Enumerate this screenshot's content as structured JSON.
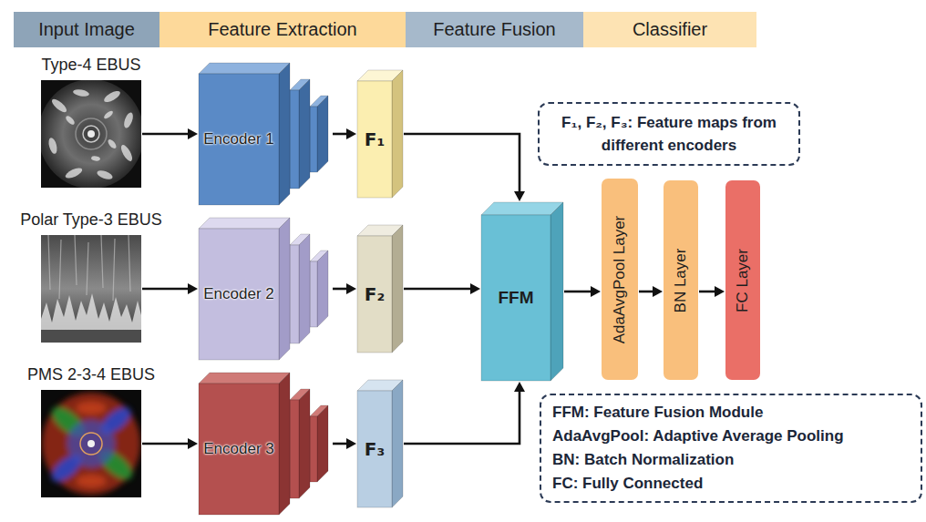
{
  "diagram": {
    "nodes": [
      {
        "text": [
          "Input Image"
        ]
      },
      {
        "text": [
          "Feature Extraction"
        ]
      },
      {
        "text": [
          "Feature Fusion"
        ]
      },
      {
        "text": [
          "Classifier"
        ]
      },
      {
        "text": [
          "Type-4 EBUS"
        ]
      },
      {
        "text": [
          "Encoder 1"
        ]
      },
      {
        "text": [
          "F₁"
        ]
      },
      {
        "text": [
          "F₁, F₂, F₃: Feature maps from different encoders"
        ]
      },
      {
        "text": [
          "Polar Type-3 EBUS"
        ]
      },
      {
        "text": [
          "Encoder 2"
        ]
      },
      {
        "text": [
          "F₂"
        ]
      },
      {
        "text": [
          "FFM"
        ]
      },
      {
        "text": [
          "AdaAvgPool Layer"
        ]
      },
      {
        "text": [
          "BN Layer"
        ]
      },
      {
        "text": [
          "FC Layer"
        ]
      },
      {
        "text": [
          "PMS 2-3-4 EBUS"
        ]
      },
      {
        "text": [
          "Encoder 3"
        ]
      },
      {
        "text": [
          "F₃"
        ]
      },
      {
        "text": [
          "FFM: Feature Fusion Module",
          "AdaAvgPool: Adaptive Average Pooling",
          "BN: Batch Normalization",
          "FC: Fully Connected"
        ]
      }
    ],
    "edges": [
      {
        "from": 4,
        "to": 5,
        "arrow": "to"
      },
      {
        "from": 5,
        "to": 6,
        "arrow": "to"
      },
      {
        "from": 6,
        "to": 11,
        "arrow": "to"
      },
      {
        "from": 8,
        "to": 9,
        "arrow": "to"
      },
      {
        "from": 9,
        "to": 10,
        "arrow": "to"
      },
      {
        "from": 10,
        "to": 11,
        "arrow": "to"
      },
      {
        "from": 15,
        "to": 16,
        "arrow": "to"
      },
      {
        "from": 16,
        "to": 17,
        "arrow": "to"
      },
      {
        "from": 17,
        "to": 11,
        "arrow": "to"
      },
      {
        "from": 11,
        "to": 12,
        "arrow": "to"
      },
      {
        "from": 12,
        "to": 13,
        "arrow": "to"
      },
      {
        "from": 13,
        "to": 14,
        "arrow": "to"
      }
    ]
  }
}
